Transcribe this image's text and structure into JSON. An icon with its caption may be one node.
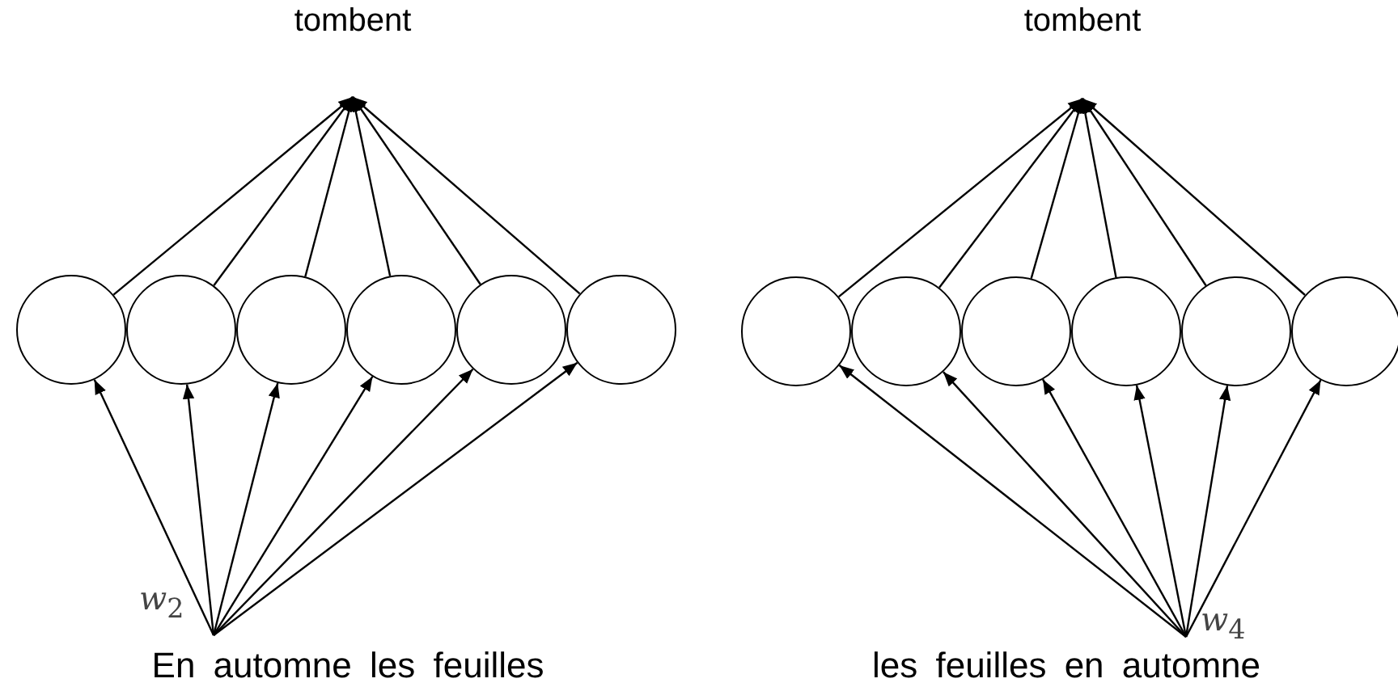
{
  "diagram": {
    "nodes": [
      {
        "text": [
          "tombent"
        ]
      },
      {
        "text": [
          "tombent"
        ]
      },
      {
        "text": [],
        "shape": "circle"
      },
      {
        "text": [],
        "shape": "circle"
      },
      {
        "text": [],
        "shape": "circle"
      },
      {
        "text": [],
        "shape": "circle"
      },
      {
        "text": [],
        "shape": "circle"
      },
      {
        "text": [],
        "shape": "circle"
      },
      {
        "text": [],
        "shape": "circle"
      },
      {
        "text": [],
        "shape": "circle"
      },
      {
        "text": [],
        "shape": "circle"
      },
      {
        "text": [],
        "shape": "circle"
      },
      {
        "text": [],
        "shape": "circle"
      },
      {
        "text": [],
        "shape": "circle"
      },
      {
        "text": [
          "En automne les feuilles"
        ]
      },
      {
        "text": [
          "les feuilles en automne"
        ]
      }
    ],
    "edges": [
      {
        "from": 2,
        "to": 0,
        "arrow": "to"
      },
      {
        "from": 3,
        "to": 0,
        "arrow": "to"
      },
      {
        "from": 4,
        "to": 0,
        "arrow": "to"
      },
      {
        "from": 5,
        "to": 0,
        "arrow": "to"
      },
      {
        "from": 6,
        "to": 0,
        "arrow": "to"
      },
      {
        "from": 7,
        "to": 0,
        "arrow": "to"
      },
      {
        "from": 14,
        "to": 2,
        "arrow": "to"
      },
      {
        "from": 14,
        "to": 3,
        "arrow": "to"
      },
      {
        "from": 14,
        "to": 4,
        "arrow": "to"
      },
      {
        "from": 14,
        "to": 5,
        "arrow": "to"
      },
      {
        "from": 14,
        "to": 6,
        "arrow": "to"
      },
      {
        "from": 14,
        "to": 7,
        "arrow": "to"
      },
      {
        "from": 8,
        "to": 1,
        "arrow": "to"
      },
      {
        "from": 9,
        "to": 1,
        "arrow": "to"
      },
      {
        "from": 10,
        "to": 1,
        "arrow": "to"
      },
      {
        "from": 11,
        "to": 1,
        "arrow": "to"
      },
      {
        "from": 12,
        "to": 1,
        "arrow": "to"
      },
      {
        "from": 13,
        "to": 1,
        "arrow": "to"
      },
      {
        "from": 15,
        "to": 8,
        "arrow": "to"
      },
      {
        "from": 15,
        "to": 9,
        "arrow": "to"
      },
      {
        "from": 15,
        "to": 10,
        "arrow": "to"
      },
      {
        "from": 15,
        "to": 11,
        "arrow": "to"
      },
      {
        "from": 15,
        "to": 12,
        "arrow": "to"
      },
      {
        "from": 15,
        "to": 13,
        "arrow": "to"
      }
    ],
    "labels": [
      "*w*$_{2}$",
      "*w*$_{4}$"
    ]
  }
}
